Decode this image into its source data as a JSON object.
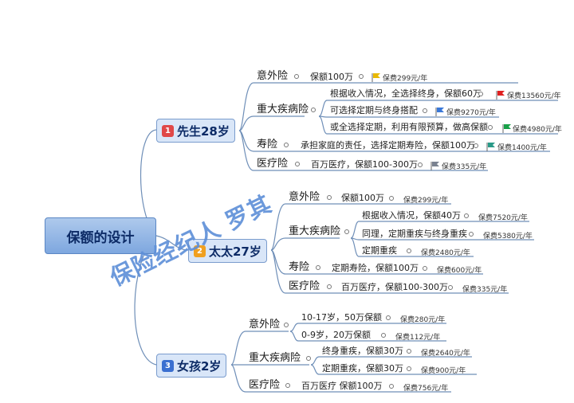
{
  "root": {
    "label": "保额的设计"
  },
  "watermark": "保险经纪人 罗其",
  "members": [
    {
      "badge": "1",
      "badge_color": "#e04848",
      "label": "先生28岁",
      "categories": [
        {
          "label": "意外险",
          "items": [
            {
              "detail": "保额100万",
              "premium": "保费299元/年",
              "flag": "yellow"
            }
          ]
        },
        {
          "label": "重大疾病险",
          "items": [
            {
              "detail": "根据收入情况，全选择终身，保额60万",
              "premium": "保费13560元/年",
              "flag": "red"
            },
            {
              "detail": "可选择定期与终身搭配",
              "premium": "保费9270元/年",
              "flag": "blue"
            },
            {
              "detail": "或全选择定期，利用有限预算，做高保额",
              "premium": "保费4980元/年",
              "flag": "green"
            }
          ]
        },
        {
          "label": "寿险",
          "items": [
            {
              "detail": "承担家庭的责任，选择定期寿险，保额100万",
              "premium": "保费1400元/年",
              "flag": "teal"
            }
          ]
        },
        {
          "label": "医疗险",
          "items": [
            {
              "detail": "百万医疗，保额100-300万",
              "premium": "保费335元/年",
              "flag": "gray"
            }
          ]
        }
      ]
    },
    {
      "badge": "2",
      "badge_color": "#f0a020",
      "label": "太太27岁",
      "categories": [
        {
          "label": "意外险",
          "items": [
            {
              "detail": "保额100万",
              "premium": "保费299元/年"
            }
          ]
        },
        {
          "label": "重大疾病险",
          "items": [
            {
              "detail": "根据收入情况，保额40万",
              "premium": "保费7520元/年"
            },
            {
              "detail": "同理，定期重疾与终身重疾",
              "premium": "保费5380元/年"
            },
            {
              "detail": "定期重疾",
              "premium": "保费2480元/年"
            }
          ]
        },
        {
          "label": "寿险",
          "items": [
            {
              "detail": "定期寿险，保额100万",
              "premium": "保费600元/年"
            }
          ]
        },
        {
          "label": "医疗险",
          "items": [
            {
              "detail": "百万医疗，保额100-300万",
              "premium": "保费335元/年"
            }
          ]
        }
      ]
    },
    {
      "badge": "3",
      "badge_color": "#3a6fd0",
      "label": "女孩2岁",
      "categories": [
        {
          "label": "意外险",
          "items": [
            {
              "detail": "10-17岁，50万保额",
              "premium": "保费280元/年"
            },
            {
              "detail": "0-9岁，20万保额",
              "premium": "保费112元/年"
            }
          ]
        },
        {
          "label": "重大疾病险",
          "items": [
            {
              "detail": "终身重疾，保额30万",
              "premium": "保费2640元/年"
            },
            {
              "detail": "定期重疾，保额30万",
              "premium": "保费900元/年"
            }
          ]
        },
        {
          "label": "医疗险",
          "items": [
            {
              "detail": "百万医疗  保额100万",
              "premium": "保费756元/年"
            }
          ]
        }
      ]
    }
  ],
  "flag_colors": {
    "yellow": "#e8b800",
    "red": "#e02020",
    "blue": "#3a78d8",
    "green": "#18a048",
    "teal": "#2a9a88",
    "gray": "#7a8290"
  }
}
